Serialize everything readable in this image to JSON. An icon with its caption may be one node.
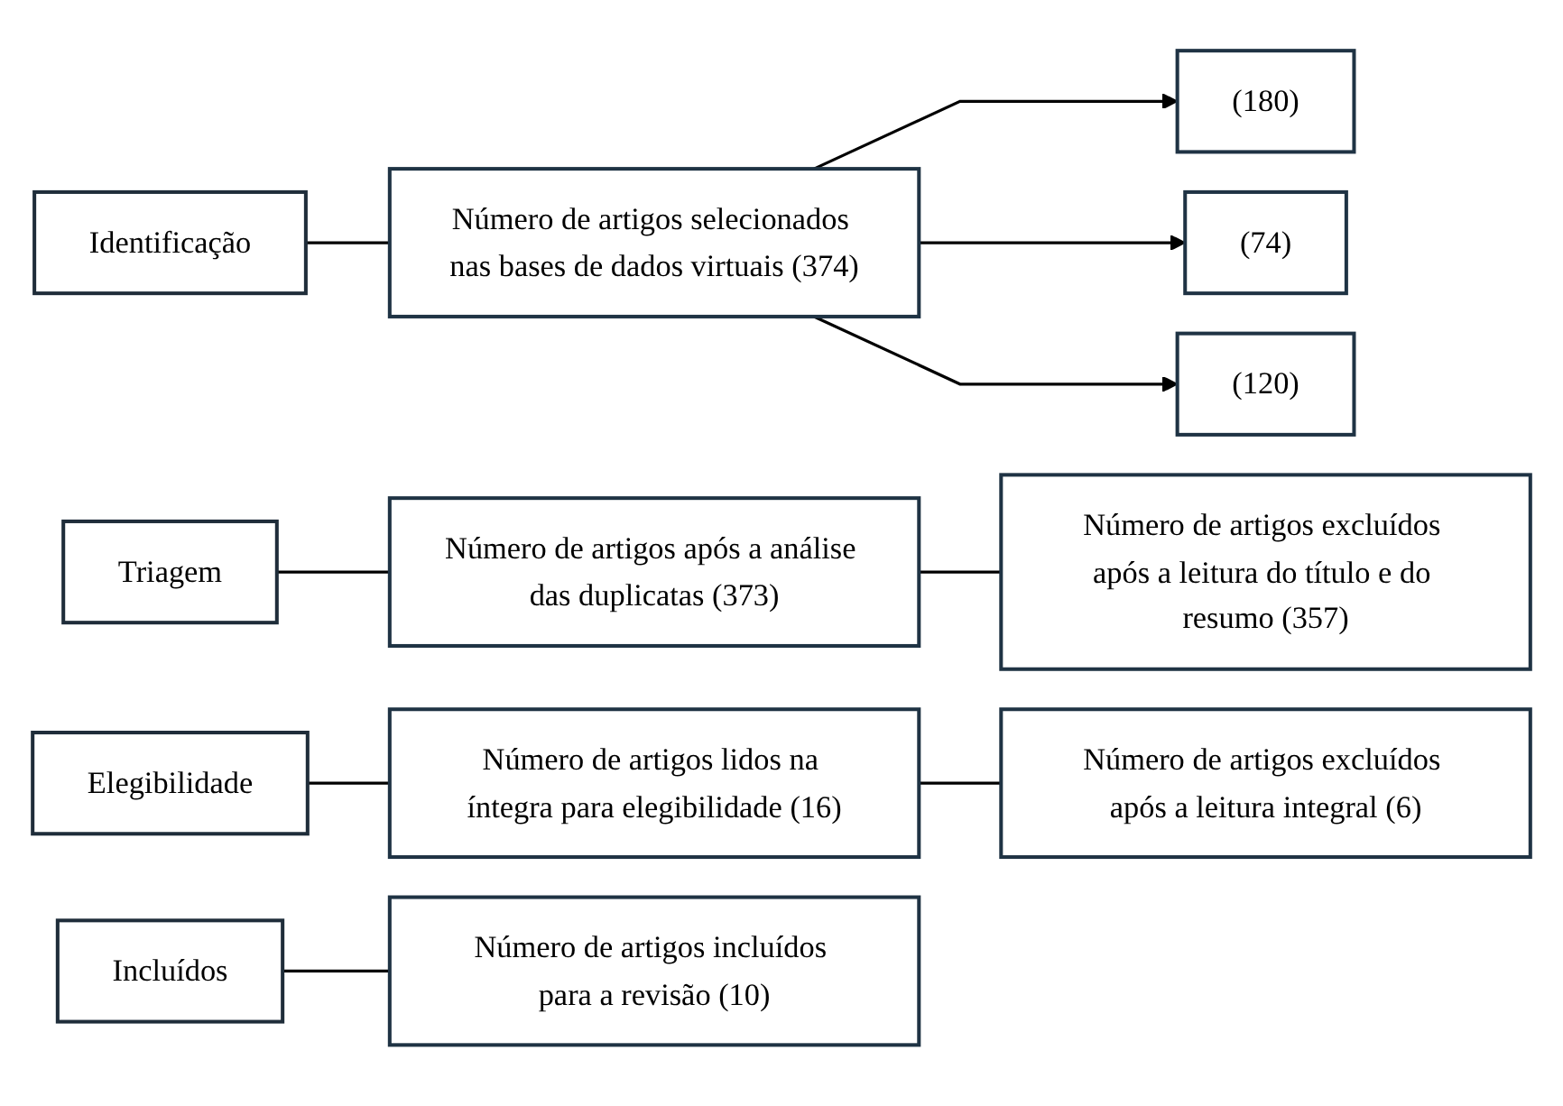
{
  "diagram": {
    "nodes": [
      {
        "text": [
          "Identificação"
        ]
      },
      {
        "text": [
          "Número de artigos selecionados nas bases de dados virtuais (374)"
        ]
      },
      {
        "text": [
          "(180)"
        ]
      },
      {
        "text": [
          "(74)"
        ]
      },
      {
        "text": [
          "(120)"
        ]
      },
      {
        "text": [
          "Triagem"
        ]
      },
      {
        "text": [
          "Número de artigos após a análise das duplicatas (373)"
        ]
      },
      {
        "text": [
          "Número de artigos excluídos após a leitura do título e do resumo (357)"
        ]
      },
      {
        "text": [
          "Elegibilidade"
        ]
      },
      {
        "text": [
          "Número de artigos lidos na íntegra para elegibilidade (16)"
        ]
      },
      {
        "text": [
          "Número de artigos excluídos após a leitura integral (6)"
        ]
      },
      {
        "text": [
          "Incluídos"
        ]
      },
      {
        "text": [
          "Número de artigos incluídos para a revisão (10)"
        ]
      }
    ],
    "edges": [
      {
        "from": 0,
        "to": 1,
        "arrow": "none"
      },
      {
        "from": 1,
        "to": 2,
        "arrow": "to"
      },
      {
        "from": 1,
        "to": 3,
        "arrow": "to"
      },
      {
        "from": 1,
        "to": 4,
        "arrow": "to"
      },
      {
        "from": 5,
        "to": 6,
        "arrow": "none"
      },
      {
        "from": 6,
        "to": 7,
        "arrow": "none"
      },
      {
        "from": 8,
        "to": 9,
        "arrow": "none"
      },
      {
        "from": 9,
        "to": 10,
        "arrow": "none"
      },
      {
        "from": 11,
        "to": 12,
        "arrow": "none"
      }
    ]
  }
}
